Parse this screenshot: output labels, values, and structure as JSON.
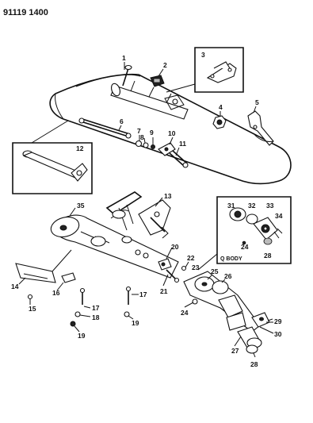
{
  "document_id": "91119 1400",
  "inset_label": "Q BODY",
  "callouts": {
    "c1": "1",
    "c2": "2",
    "c3": "3",
    "c4": "4",
    "c5": "5",
    "c6": "6",
    "c7": "7",
    "c8": "8",
    "c9": "9",
    "c10": "10",
    "c11": "11",
    "c12": "12",
    "c13": "13",
    "c14": "14",
    "c15": "15",
    "c16": "16",
    "c17a": "17",
    "c17b": "17",
    "c18": "18",
    "c19a": "19",
    "c19b": "19",
    "c20": "20",
    "c21": "21",
    "c22": "22",
    "c23": "23",
    "c24a": "24",
    "c24b": "24",
    "c25": "25",
    "c26": "26",
    "c27": "27",
    "c28a": "28",
    "c28b": "28",
    "c29": "29",
    "c30": "30",
    "c31": "31",
    "c32": "32",
    "c33": "33",
    "c34": "34",
    "c35": "35"
  }
}
